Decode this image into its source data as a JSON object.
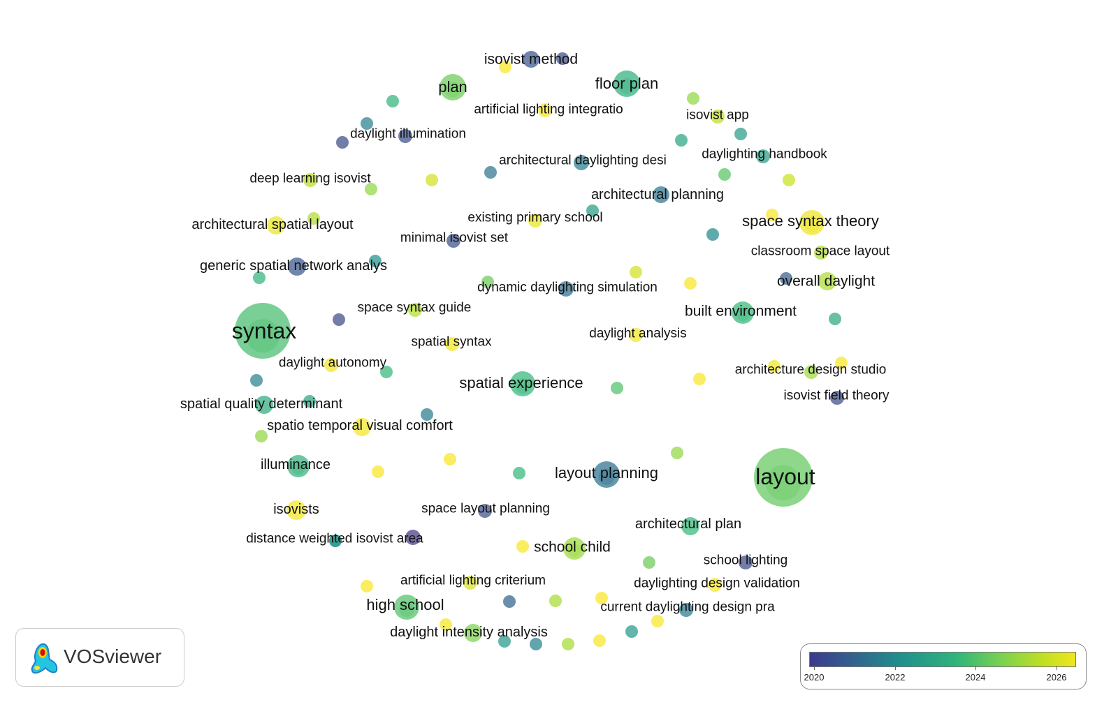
{
  "nodes": [
    {
      "label": "isovist method",
      "year": 2020.6,
      "weight": 2
    },
    {
      "label": "plan",
      "year": 2023.6,
      "weight": 3
    },
    {
      "label": "floor plan",
      "year": 2022.8,
      "weight": 3
    },
    {
      "label": "artificial lighting integratio",
      "year": 2025.8,
      "weight": 1
    },
    {
      "label": "isovist app",
      "year": 2024.8,
      "weight": 1
    },
    {
      "label": "daylight illumination",
      "year": 2020.5,
      "weight": 1
    },
    {
      "label": "daylighting handbook",
      "year": 2022.3,
      "weight": 1
    },
    {
      "label": "architectural daylighting desi",
      "year": 2021.5,
      "weight": 1
    },
    {
      "label": "deep learning isovist",
      "year": 2024.7,
      "weight": 1
    },
    {
      "label": "architectural planning",
      "year": 2021.3,
      "weight": 2
    },
    {
      "label": "architectural spatial layout",
      "year": 2025.6,
      "weight": 2
    },
    {
      "label": "existing primary school",
      "year": 2025.6,
      "weight": 1
    },
    {
      "label": "space syntax theory",
      "year": 2025.7,
      "weight": 3
    },
    {
      "label": "minimal isovist set",
      "year": 2020.5,
      "weight": 1
    },
    {
      "label": "classroom space layout",
      "year": 2024.5,
      "weight": 1
    },
    {
      "label": "generic spatial network analys",
      "year": 2020.6,
      "weight": 2
    },
    {
      "label": "overall daylight",
      "year": 2024.5,
      "weight": 2
    },
    {
      "label": "dynamic daylighting simulation",
      "year": 2021.1,
      "weight": 1
    },
    {
      "label": "space syntax guide",
      "year": 2024.6,
      "weight": 1
    },
    {
      "label": "built environment",
      "year": 2023.0,
      "weight": 3
    },
    {
      "label": "syntax",
      "year": 2023.2,
      "weight": 8
    },
    {
      "label": "daylight analysis",
      "year": 2025.8,
      "weight": 1
    },
    {
      "label": "spatial syntax",
      "year": 2025.8,
      "weight": 1
    },
    {
      "label": "daylight autonomy",
      "year": 2025.8,
      "weight": 1
    },
    {
      "label": "architecture design studio",
      "year": 2024.2,
      "weight": 1
    },
    {
      "label": "spatial experience",
      "year": 2023.0,
      "weight": 3
    },
    {
      "label": "isovist field theory",
      "year": 2020.4,
      "weight": 1
    },
    {
      "label": "spatial quality determinant",
      "year": 2022.7,
      "weight": 2
    },
    {
      "label": "spatio temporal visual comfort",
      "year": 2025.8,
      "weight": 2
    },
    {
      "label": "illuminance",
      "year": 2022.9,
      "weight": 3
    },
    {
      "label": "layout planning",
      "year": 2021.2,
      "weight": 3
    },
    {
      "label": "layout",
      "year": 2023.5,
      "weight": 8
    },
    {
      "label": "isovists",
      "year": 2025.8,
      "weight": 2
    },
    {
      "label": "space layout planning",
      "year": 2020.5,
      "weight": 1
    },
    {
      "label": "architectural plan",
      "year": 2023.0,
      "weight": 2
    },
    {
      "label": "distance weighted isovist area",
      "year": 2020.0,
      "weight": 1
    },
    {
      "label": "school child",
      "year": 2024.2,
      "weight": 3
    },
    {
      "label": "school lighting",
      "year": 2020.4,
      "weight": 1
    },
    {
      "label": "artificial lighting criterium",
      "year": 2025.3,
      "weight": 1
    },
    {
      "label": "daylighting design validation",
      "year": 2025.9,
      "weight": 1
    },
    {
      "label": "high school",
      "year": 2023.3,
      "weight": 3
    },
    {
      "label": "current daylighting design pra",
      "year": 2021.4,
      "weight": 1
    },
    {
      "label": "daylight intensity analysis",
      "year": 2023.8,
      "weight": 2
    }
  ],
  "unlabeled_nodes": [
    2025.9,
    2020.4,
    2022.9,
    2021.6,
    2020.4,
    2024.0,
    2022.3,
    2022.5,
    2021.3,
    2025.2,
    2024.0,
    2023.4,
    2025.0,
    2024.6,
    2022.3,
    2025.9,
    2021.8,
    2022.0,
    2022.9,
    2023.6,
    2025.2,
    2025.9,
    2020.8,
    2020.4,
    2022.6,
    2023.0,
    2021.6,
    2025.8,
    2025.9,
    2025.9,
    2023.3,
    2022.5,
    2021.5,
    2024.0,
    2024.0,
    2025.9,
    2025.9,
    2023.0,
    2022.0,
    2025.9,
    2023.6,
    2025.9,
    2020.9,
    2024.4,
    2025.9,
    2025.8,
    2025.9,
    2022.2,
    2022.2,
    2021.6,
    2024.4,
    2025.9
  ],
  "legend": {
    "ticks": [
      "2020",
      "2022",
      "2024",
      "2026"
    ],
    "range": [
      2020,
      2026
    ]
  },
  "logo": {
    "text": "VOSviewer"
  },
  "colors": {
    "viridis_start": "#3b3a8e",
    "viridis_mid": "#21918c",
    "viridis_end": "#f0e51f"
  }
}
